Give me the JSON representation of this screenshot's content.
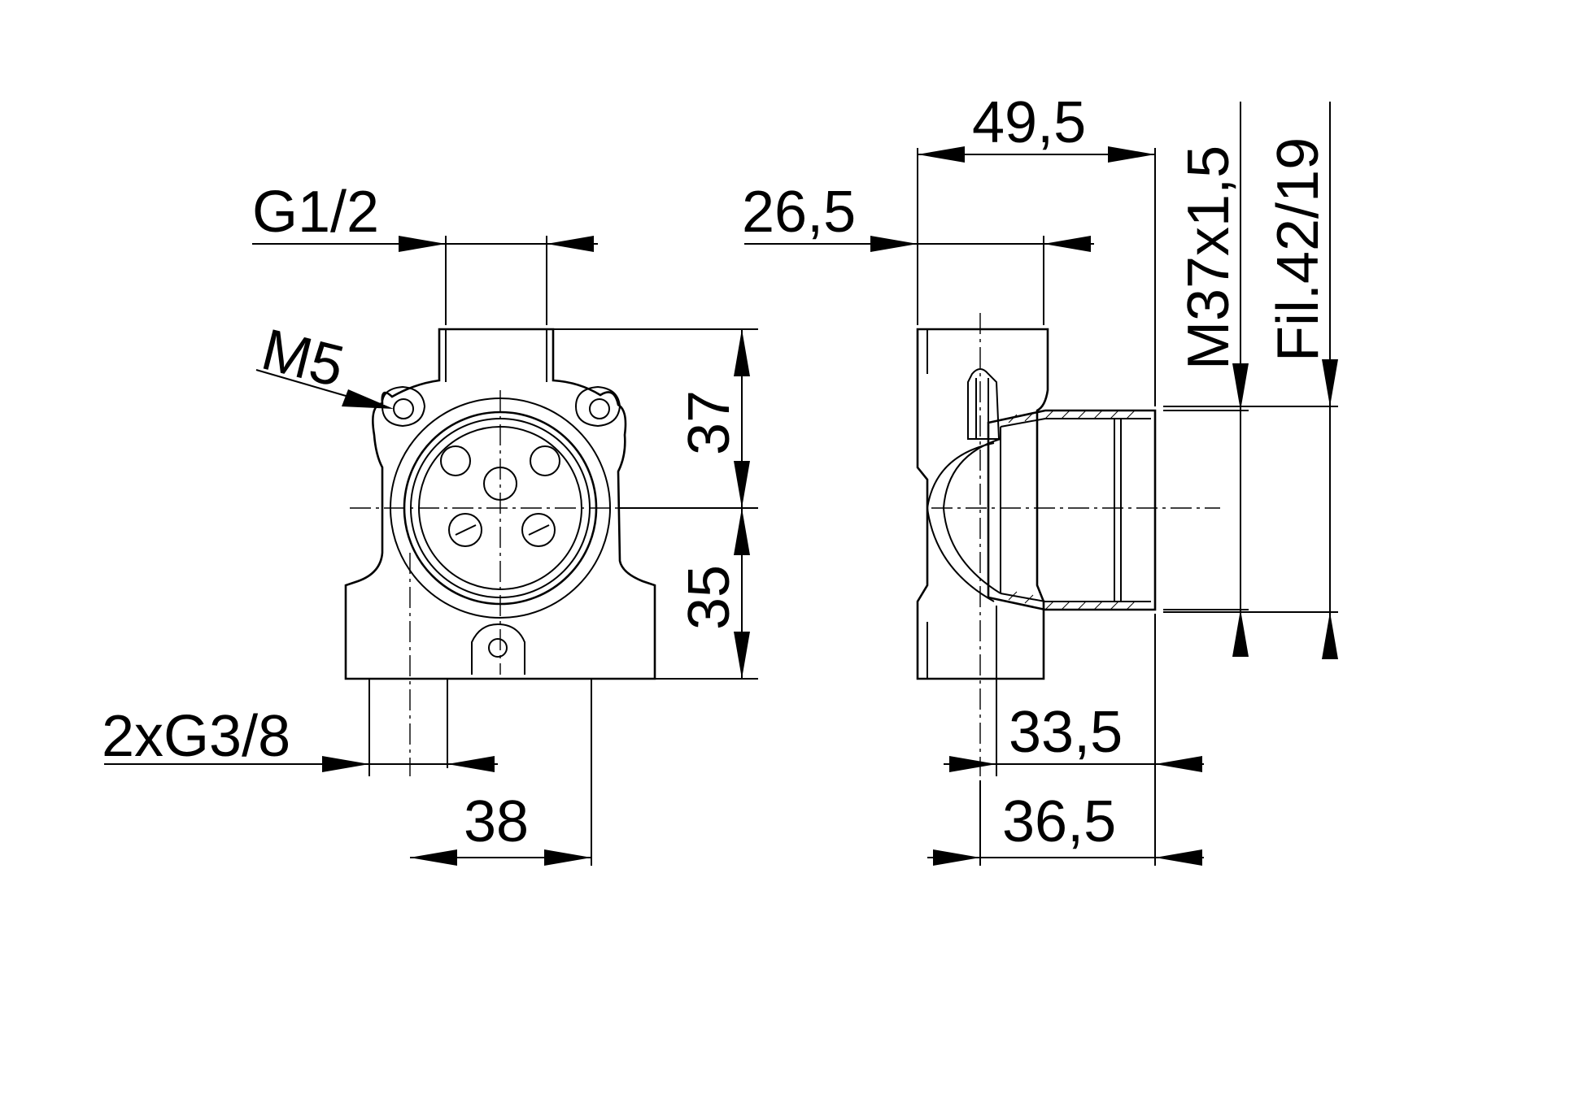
{
  "labels": {
    "inlet_thread": "G1/2",
    "mounting_screw": "M5",
    "outlet_threads": "2xG3/8",
    "outlet_spacing": "38",
    "height_upper": "37",
    "height_lower": "35",
    "depth_total": "49,5",
    "depth_inlet": "26,5",
    "thread_spec": "M37x1,5",
    "filter_spec": "Fil.42/19",
    "depth_lower": "33,5",
    "depth_lower_total": "36,5"
  },
  "colors": {
    "line": "#000000",
    "background": "#ffffff"
  }
}
